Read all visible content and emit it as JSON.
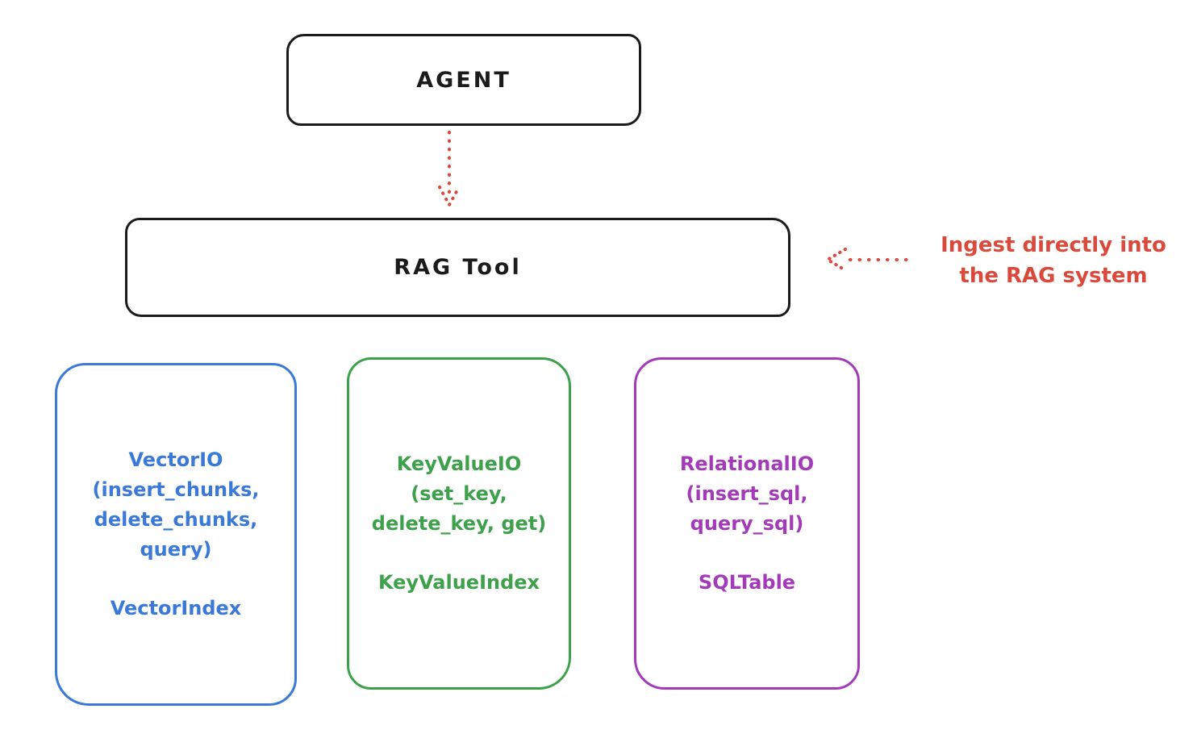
{
  "diagram": {
    "agent": {
      "label": "AGENT"
    },
    "rag_tool": {
      "label": "RAG Tool"
    },
    "annotation": {
      "line1": "Ingest directly into",
      "line2": "the RAG system"
    },
    "components": [
      {
        "id": "vector-io",
        "io_label": "VectorIO",
        "methods": [
          "(insert_chunks,",
          "delete_chunks,",
          "query)"
        ],
        "index_label": "VectorIndex",
        "color": "#3b79d9"
      },
      {
        "id": "keyvalue-io",
        "io_label": "KeyValueIO",
        "methods": [
          "(set_key,",
          "delete_key, get)"
        ],
        "index_label": "KeyValueIndex",
        "color": "#3da14b"
      },
      {
        "id": "relational-io",
        "io_label": "RelationalIO",
        "methods": [
          "(insert_sql,",
          "query_sql)"
        ],
        "index_label": "SQLTable",
        "color": "#a33ab8"
      }
    ],
    "colors": {
      "outline_black": "#1b1b1b",
      "accent_red": "#d94a3d"
    }
  }
}
